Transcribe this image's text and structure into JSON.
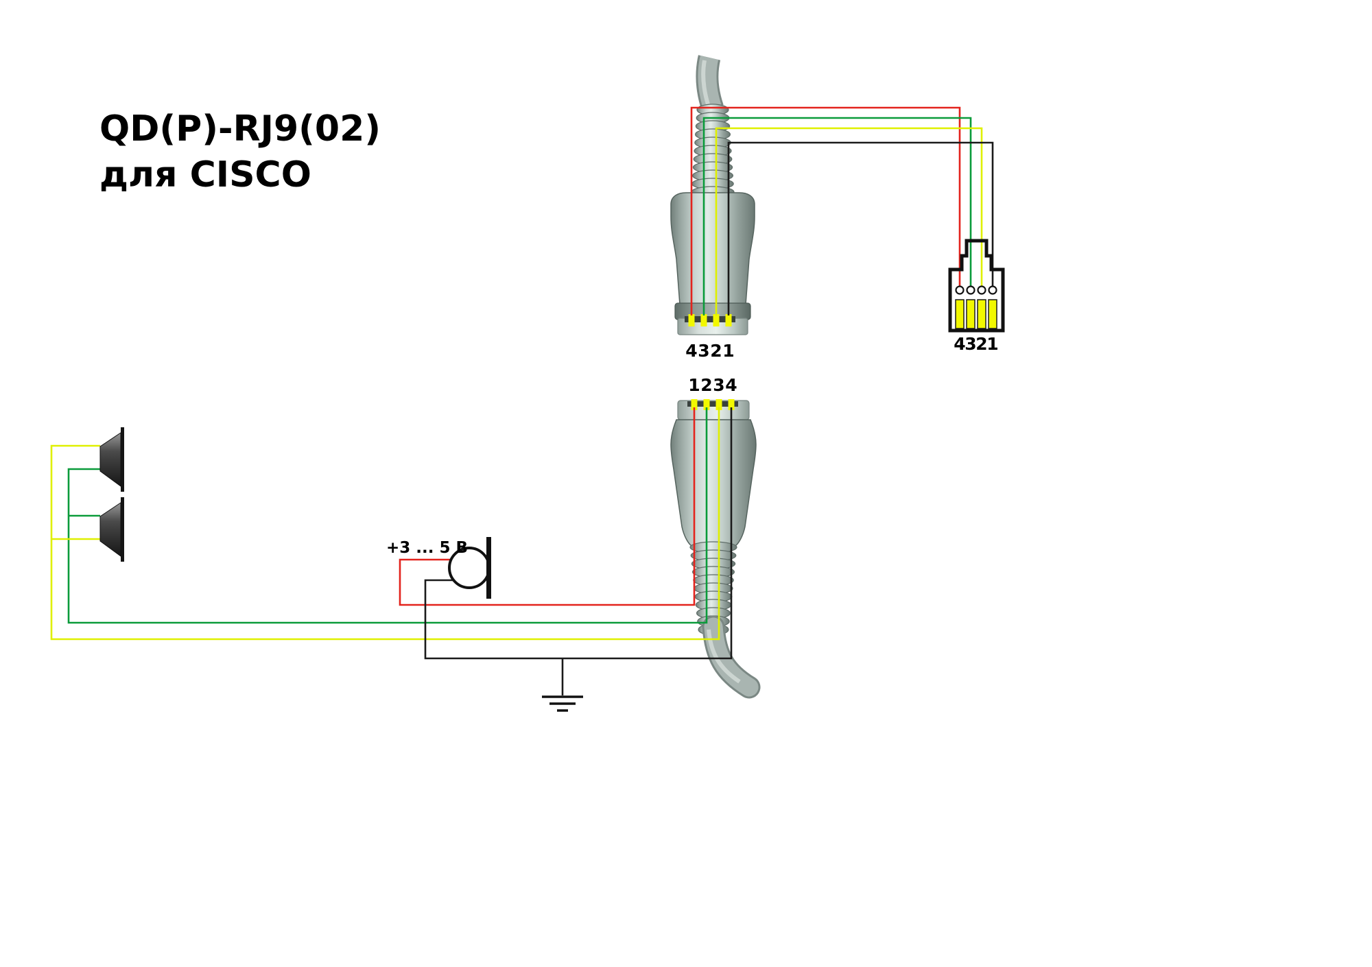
{
  "title": {
    "line1": "QD(P)-RJ9(02)",
    "line2": "для CISCO"
  },
  "connectors": {
    "qd_top": {
      "label": "QD plug upper",
      "pins": [
        "4",
        "3",
        "2",
        "1"
      ]
    },
    "qd_bottom": {
      "label": "QD plug lower",
      "pins": [
        "1",
        "2",
        "3",
        "4"
      ]
    },
    "rj9": {
      "label": "RJ9 plug",
      "pins": [
        "4",
        "3",
        "2",
        "1"
      ]
    }
  },
  "microphone": {
    "voltage_label": "+3 ... 5 В"
  },
  "colors": {
    "wire_red": "#e3231d",
    "wire_green": "#0a9b3a",
    "wire_yellow": "#dff000",
    "wire_black": "#1a1a1a",
    "contact_yellow": "#f2f800"
  }
}
